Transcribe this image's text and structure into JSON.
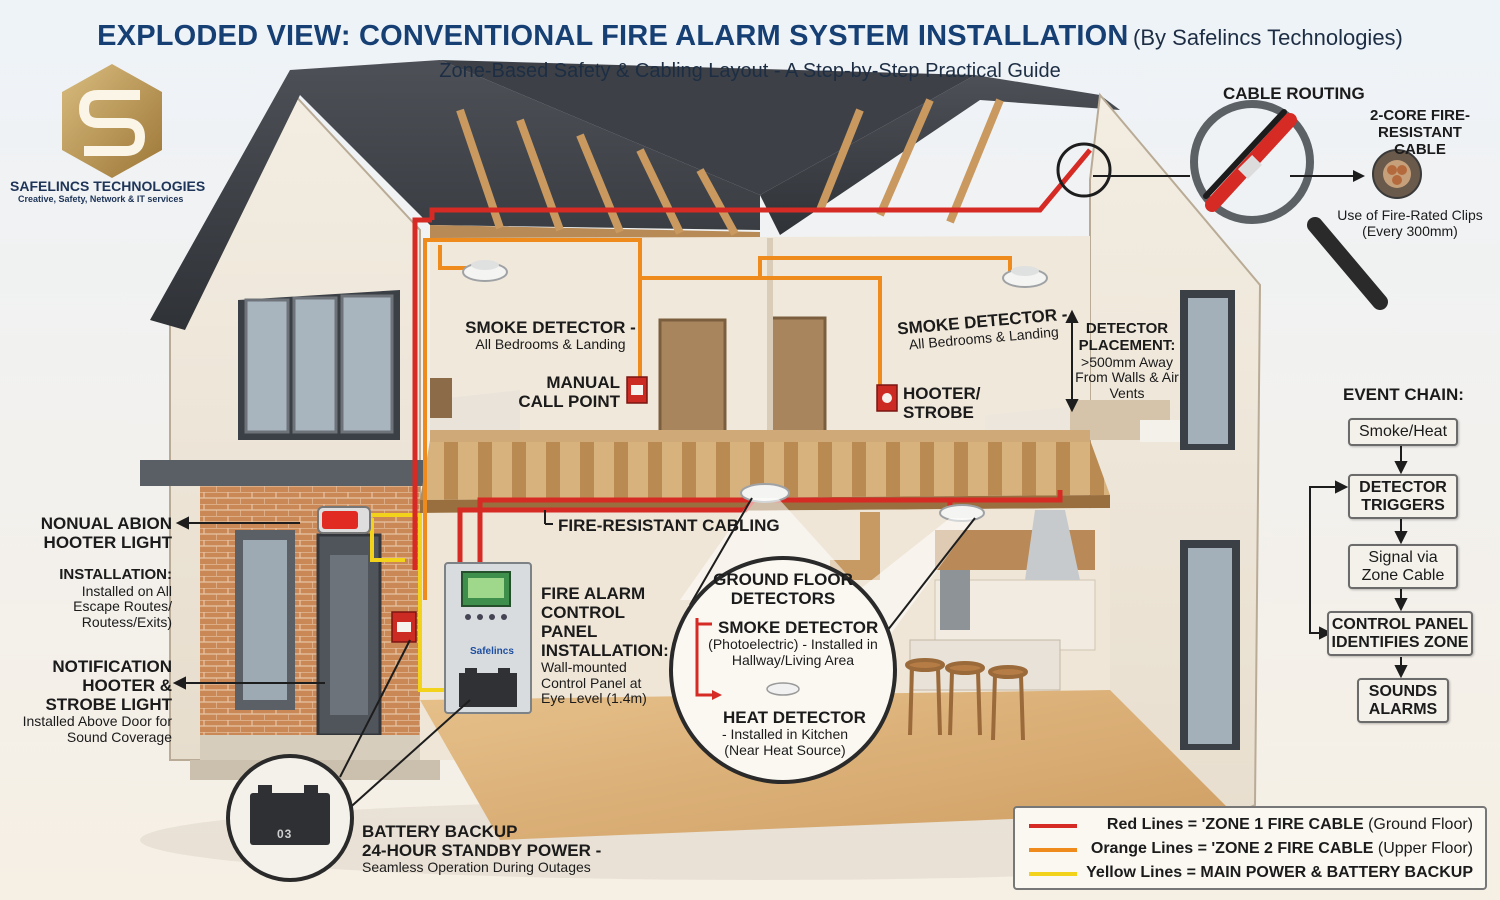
{
  "title": {
    "main": "EXPLODED VIEW: CONVENTIONAL FIRE ALARM SYSTEM INSTALLATION",
    "byline": "(By Safelincs Technologies)",
    "subtitle": "Zone-Based Safety & Cabling Layout - A Step-by-Step Practical Guide"
  },
  "brand": {
    "name": "SAFELINCS TECHNOLOGIES",
    "tagline": "Creative, Safety, Network & IT services",
    "panel_logo": "Safelincs",
    "battery_marking": "03"
  },
  "colors": {
    "zone1": "#d62a24",
    "zone2": "#ef8a1c",
    "power": "#f2d21b",
    "title": "#163f74",
    "logo": "#b8944f"
  },
  "labels": {
    "smoke_upper_left": {
      "head": "SMOKE DETECTOR -",
      "sub": "All Bedrooms & Landing"
    },
    "manual_call_point": "MANUAL CALL POINT",
    "smoke_upper_right": {
      "head": "SMOKE DETECTOR -",
      "sub": "All Bedrooms & Landing"
    },
    "hooter_strobe": "HOOTER/ STROBE",
    "detector_placement": {
      "head": "DETECTOR PLACEMENT:",
      "sub": ">500mm Away From Walls & Air Vents"
    },
    "fire_resistant_cabling": "FIRE-RESISTANT CABLING",
    "nonual_abion": "NONUAL ABION HOOTER LIGHT",
    "installation_left": {
      "head": "INSTALLATION:",
      "sub": "Installed on All Escape Routes/ Routess/Exits)"
    },
    "notification": {
      "head": "NOTIFICATION HOOTER & STROBE LIGHT",
      "sub": "Installed Above Door for Sound Coverage"
    },
    "control_panel": {
      "head": "FIRE ALARM CONTROL PANEL",
      "install_head": "INSTALLATION:",
      "install_sub": "Wall-mounted Control Panel at Eye Level (1.4m)"
    },
    "ground_floor": {
      "head": "GROUND FLOOR DETECTORS",
      "smoke_head": "SMOKE DETECTOR",
      "smoke_sub": "(Photoelectric) - Installed in Hallway/Living Area",
      "heat_head": "HEAT DETECTOR",
      "heat_sub": "- Installed in Kitchen (Near Heat Source)"
    },
    "battery": {
      "head1": "BATTERY BACKUP",
      "head2": "24-HOUR STANDBY POWER -",
      "sub": "Seamless Operation During Outages"
    },
    "cable_routing": "CABLE ROUTING",
    "two_core": "2-CORE FIRE-RESISTANT CABLE",
    "clips": "Use of Fire-Rated Clips (Every 300mm)"
  },
  "event_chain": {
    "title": "EVENT CHAIN:",
    "steps": [
      "Smoke/Heat",
      "DETECTOR TRIGGERS",
      "Signal via Zone Cable",
      "CONTROL PANEL IDENTIFIES ZONE",
      "SOUNDS ALARMS"
    ]
  },
  "legend": [
    {
      "key": "Red Lines = 'ZONE 1 FIRE CABLE",
      "detail": "(Ground Floor)",
      "color": "#d62a24"
    },
    {
      "key": "Orange Lines = 'ZONE 2 FIRE CABLE",
      "detail": "(Upper Floor)",
      "color": "#ef8a1c"
    },
    {
      "key": "Yellow Lines =  MAIN POWER & BATTERY BACKUP",
      "detail": "",
      "color": "#f2d21b"
    }
  ]
}
